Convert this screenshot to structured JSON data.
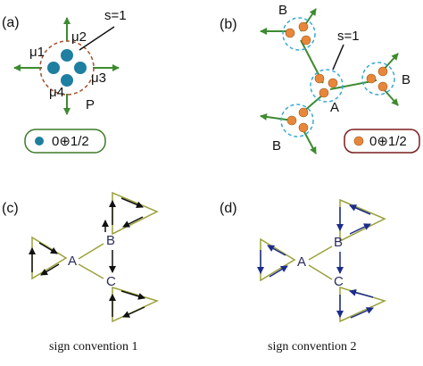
{
  "panels": {
    "a": {
      "label": "(a)",
      "s_label": "s=1",
      "mu1": "μ1",
      "mu2": "μ2",
      "mu3": "μ3",
      "mu4": "μ4",
      "p_label": "P",
      "legend": "0⊕1/2"
    },
    "b": {
      "label": "(b)",
      "s_label": "s=1",
      "a_label": "A",
      "b_top": "B",
      "b_right": "B",
      "b_bottom": "B",
      "legend": "0⊕1/2"
    },
    "c": {
      "label": "(c)",
      "a_label": "A",
      "b_label": "B",
      "c_label": "C",
      "caption": "sign convention 1"
    },
    "d": {
      "label": "(d)",
      "a_label": "A",
      "b_label": "B",
      "c_label": "C",
      "caption": "sign convention 2"
    }
  },
  "colors": {
    "green": "#3d8b2f",
    "teal": "#1e7fa0",
    "orange": "#e8863a",
    "dashed_teal": "#3aa9d4",
    "dashed_brown": "#a0522d",
    "olive": "#9aa13a",
    "arrow_black": "#111111",
    "arrow_blue": "#1c2c8c",
    "legend_green_border": "#3d7a2a",
    "legend_red_border": "#7a1f1f"
  }
}
